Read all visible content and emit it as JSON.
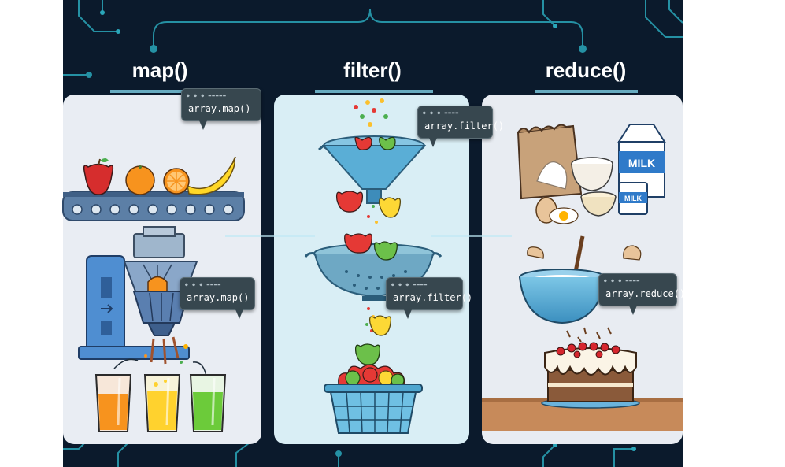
{
  "headings": {
    "map": "map()",
    "filter": "filter()",
    "reduce": "reduce()"
  },
  "tooltips": {
    "map_top": "array.map()",
    "map_bottom": "array.map()",
    "filter_top": "array.filter()",
    "filter_bottom": "array.filter()",
    "reduce": "array.reduce()"
  },
  "labels": {
    "milk": "MILK"
  },
  "icons": {
    "map_items": [
      "apple-icon",
      "orange-icon",
      "orange-slice-icon",
      "banana-icon"
    ],
    "map_machine": "juicer-icon",
    "map_outputs": [
      "orange-juice-icon",
      "lemon-juice-icon",
      "lime-juice-icon"
    ],
    "filter_items": [
      "funnel-icon",
      "colander-icon",
      "basket-icon"
    ],
    "reduce_items": [
      "flour-bag-icon",
      "milk-carton-icon",
      "eggs-icon",
      "mixing-bowl-icon",
      "cake-icon"
    ]
  },
  "colors": {
    "background": "#0b1a2c",
    "circuit": "#2aa6b9",
    "panel_map": "#e9edf3",
    "panel_filter": "#d9eef5",
    "panel_reduce": "#e8ecf2",
    "tooltip": "#37474f"
  }
}
